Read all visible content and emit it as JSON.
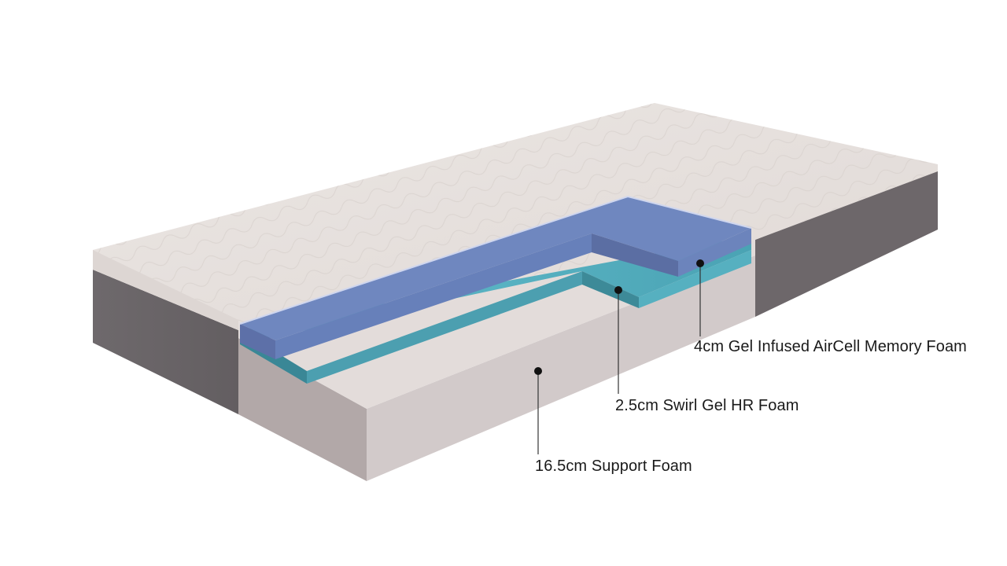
{
  "diagram": {
    "subject": "Mattress layer cutaway",
    "colors": {
      "background": "#ffffff",
      "cover_top": "#e6e0dd",
      "cover_side": "#6f6a6d",
      "cover_side_dark": "#5e595c",
      "memory_foam_top": "#6f87bf",
      "memory_foam_side": "#5f74ad",
      "gel_foam": "#4fa8b8",
      "gel_foam_dark": "#3a8796",
      "support_foam_top": "#e2dbd9",
      "support_foam_front": "#b3a9a9",
      "support_foam_side": "#d1c9c9",
      "callout_line": "#333333",
      "callout_dot": "#111111"
    },
    "layers": [
      {
        "id": "memory-foam",
        "label": "4cm Gel Infused AirCell Memory Foam",
        "thickness_cm": 4
      },
      {
        "id": "gel-foam",
        "label": "2.5cm Swirl Gel HR Foam",
        "thickness_cm": 2.5
      },
      {
        "id": "support-foam",
        "label": "16.5cm Support Foam",
        "thickness_cm": 16.5
      }
    ]
  }
}
